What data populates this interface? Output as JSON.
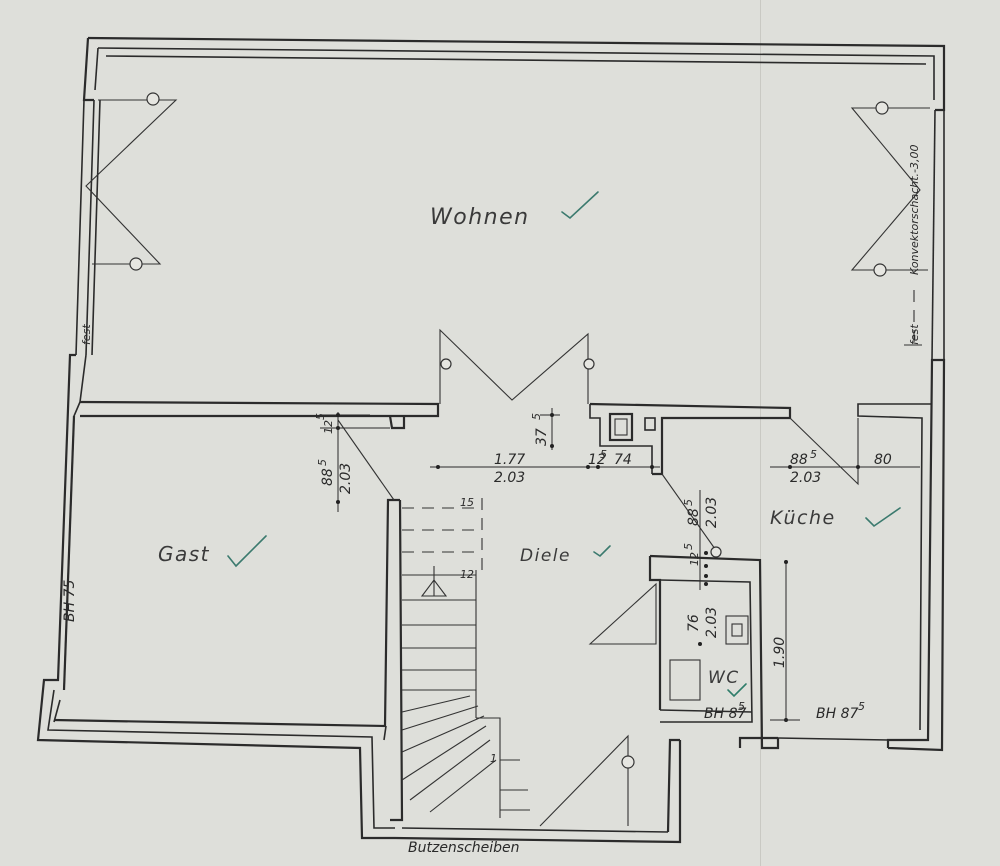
{
  "colors": {
    "paper": "#dedfda",
    "ink": "#2b2b2b",
    "check": "#2f7d6a"
  },
  "rooms": {
    "wohnen": "Wohnen",
    "gast": "Gast",
    "diele": "Diele",
    "kueche": "Küche",
    "wc": "WC"
  },
  "notes": {
    "fest_left": "fest",
    "fest_right": "fest",
    "konvektor": "Konvektorschacht.-3,00",
    "butzenscheiben": "Butzenscheiben",
    "bh_gast": "BH 75",
    "bh_wc": "BH 87",
    "bh_wc_sup": "5",
    "bh_kueche": "BH 87",
    "bh_kueche_sup": "5"
  },
  "dimensions": {
    "d_1_77": "1.77",
    "d_2_03_a": "2.03",
    "d_12_5_a": "12",
    "d_12_5_a_sup": "5",
    "d_74": "74",
    "d_37_5": "37",
    "d_37_5_sup": "5",
    "d_88_5_left": "88",
    "d_88_5_left_sup": "5",
    "d_2_03_left": "2.03",
    "d_12_5_left": "12",
    "d_12_5_left_sup": "5",
    "d_88_5_kitchen": "88",
    "d_88_5_kitchen_sup": "5",
    "d_2_03_kitchen": "2.03",
    "d_80": "80",
    "d_88_5_diele": "88",
    "d_88_5_diele_sup": "5",
    "d_2_03_diele": "2.03",
    "d_76": "76",
    "d_2_03_wc": "2.03",
    "d_1_90": "1.90",
    "d_12_5_wc": "12",
    "d_12_5_wc_sup": "5",
    "stair_15": "15",
    "stair_12": "12",
    "stair_1": "1"
  }
}
